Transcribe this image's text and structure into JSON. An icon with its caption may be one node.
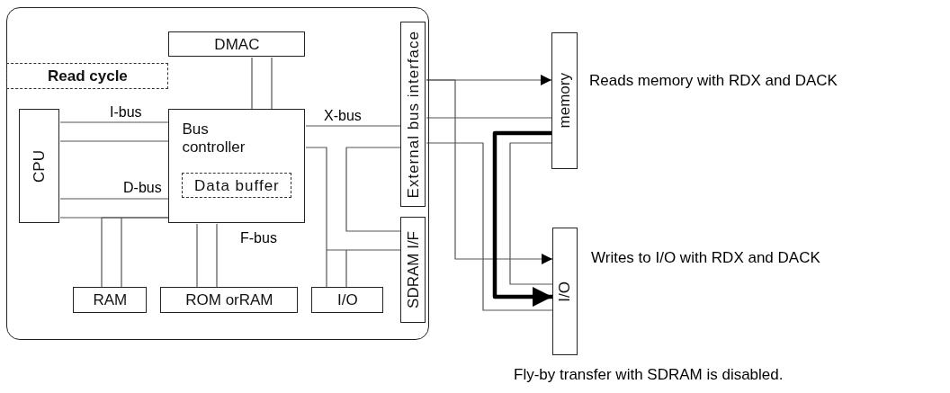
{
  "diagram": {
    "caption": "Fly-by transfer with SDRAM is disabled.",
    "nodes": [
      {
        "text": [],
        "shape": "box"
      },
      {
        "text": [
          "DMAC"
        ],
        "in": 0
      },
      {
        "text": [
          "Read cycle"
        ],
        "in": 0
      },
      {
        "text": [
          "CPU"
        ],
        "in": 0
      },
      {
        "text": [
          "Bus controller"
        ],
        "in": 0
      },
      {
        "text": [
          "Data buffer"
        ],
        "in": 4
      },
      {
        "text": [
          "External bus interface"
        ],
        "in": 0
      },
      {
        "text": [
          "SDRAM I/F"
        ],
        "in": 0
      },
      {
        "text": [
          "RAM"
        ],
        "in": 0
      },
      {
        "text": [
          "ROM orRAM"
        ],
        "in": 0
      },
      {
        "text": [
          "I/O"
        ],
        "in": 0
      },
      {
        "text": [
          "memory"
        ],
        "beside": [
          "Reads memory with RDX and DACK"
        ]
      },
      {
        "text": [
          "I/O"
        ],
        "beside": [
          "Writes to I/O with RDX and DACK"
        ]
      }
    ],
    "edges": [
      {
        "from": 3,
        "to": 4,
        "arrow": "none",
        "label": "I-bus"
      },
      {
        "from": 3,
        "to": 4,
        "arrow": "none",
        "label": "D-bus"
      },
      {
        "from": 1,
        "to": 4,
        "arrow": "none"
      },
      {
        "from": 8,
        "to": 4,
        "arrow": "none"
      },
      {
        "from": 9,
        "to": 4,
        "arrow": "none",
        "label": "F-bus"
      },
      {
        "from": 4,
        "to": 6,
        "arrow": "none",
        "label": "X-bus"
      },
      {
        "from": 4,
        "to": 10,
        "arrow": "none"
      },
      {
        "from": 10,
        "to": 7,
        "arrow": "none"
      },
      {
        "from": 6,
        "to": 7,
        "arrow": "none"
      },
      {
        "from": 6,
        "to": 11,
        "arrow": "to"
      },
      {
        "from": 6,
        "to": 12,
        "arrow": "to"
      },
      {
        "from": 6,
        "to": 11,
        "arrow": "none"
      },
      {
        "from": 11,
        "to": 12,
        "arrow": "to",
        "style": "thick",
        "color": "#000000"
      },
      {
        "from": 6,
        "to": 12,
        "arrow": "none"
      },
      {
        "from": 11,
        "to": 12,
        "arrow": "none"
      }
    ]
  }
}
